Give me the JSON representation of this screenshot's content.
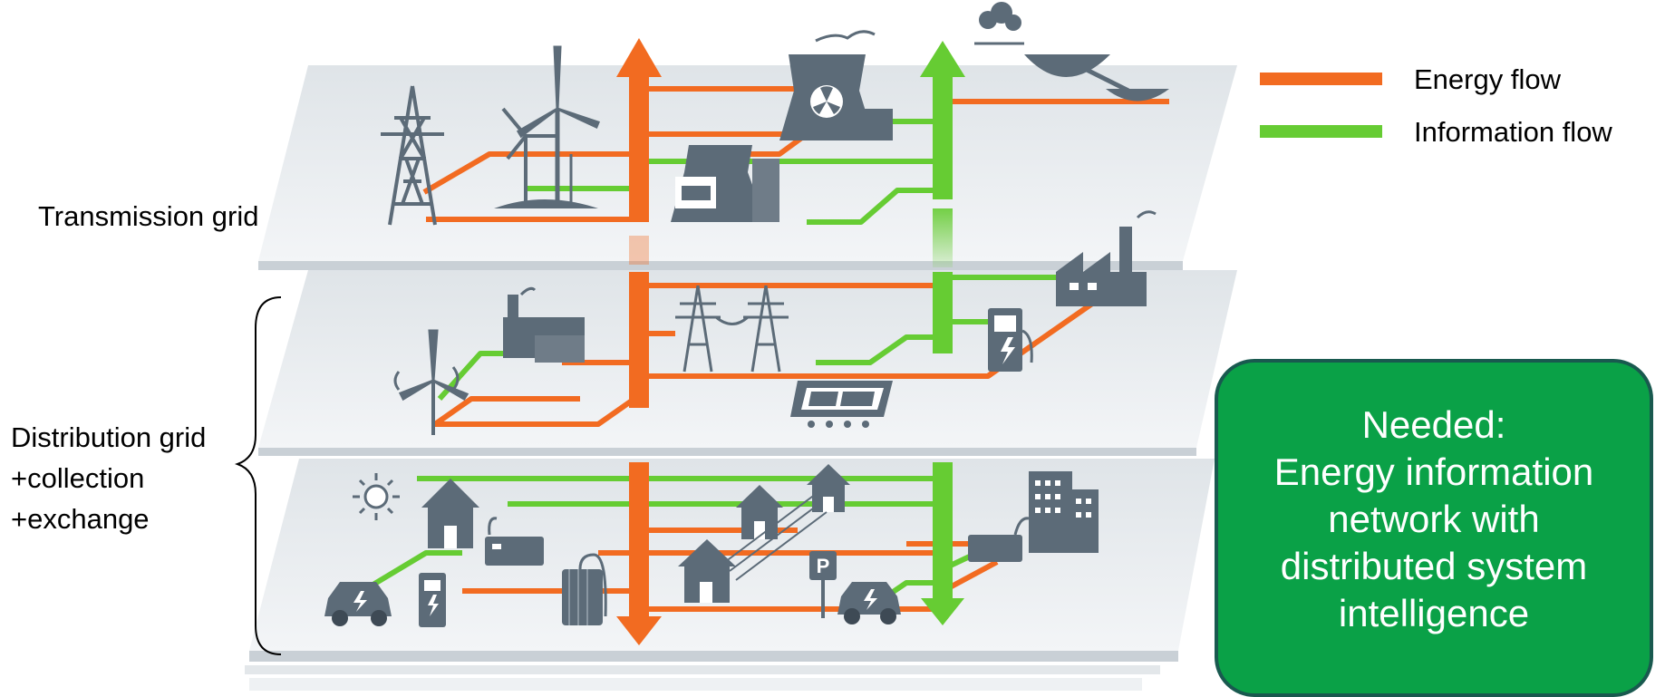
{
  "legend": {
    "items": [
      {
        "label": "Energy flow",
        "color": "#f26b21"
      },
      {
        "label": "Information flow",
        "color": "#66cc33"
      }
    ]
  },
  "layers": [
    {
      "label": "Transmission grid"
    },
    {
      "label": "Distribution grid"
    }
  ],
  "distribution_extras": [
    "+collection",
    "+exchange"
  ],
  "callout": {
    "lines": [
      "Needed:",
      "Energy information",
      "network with",
      "distributed system",
      "intelligence"
    ]
  },
  "colors": {
    "energy": "#f26b21",
    "information": "#66cc33",
    "icon": "#5c6b78",
    "callout_fill": "#0aa147",
    "callout_border": "#19594f"
  },
  "icons": [
    "transmission-tower-icon",
    "wind-turbine-icon",
    "nuclear-plant-icon",
    "coal-plant-icon",
    "hydro-dam-icon",
    "factory-icon",
    "charging-station-icon",
    "solar-panel-icon",
    "sun-icon",
    "house-icon",
    "battery-icon",
    "electric-car-icon",
    "transformer-icon",
    "parking-sign-icon",
    "office-building-icon"
  ]
}
